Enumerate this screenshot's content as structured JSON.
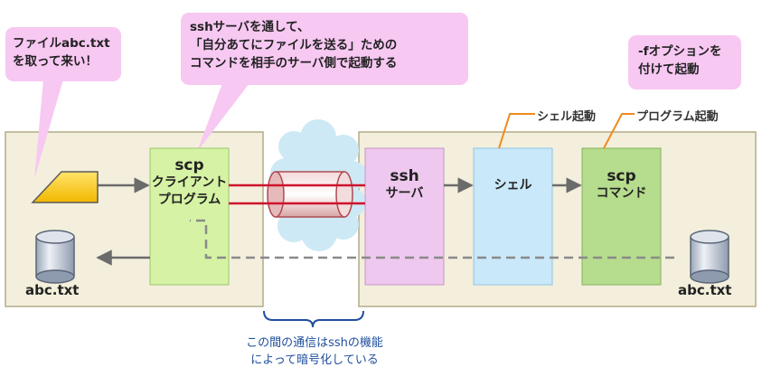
{
  "callouts": {
    "left": [
      "ファイルabc.txt",
      "を取って来い！"
    ],
    "center": [
      "sshサーバを通して、",
      "「自分あてにファイルを送る」ための",
      "コマンドを相手のサーバ側で起動する"
    ],
    "right": [
      "-fオプションを",
      "付けて起動"
    ]
  },
  "boxes": {
    "scp_client": [
      "scp",
      "クライアント",
      "プログラム"
    ],
    "ssh_server": [
      "ssh",
      "サーバ"
    ],
    "shell": "シェル",
    "scp_command": [
      "scp",
      "コマンド"
    ]
  },
  "files": {
    "local": "abc.txt",
    "remote": "abc.txt"
  },
  "labels": {
    "shell_start": "シェル起動",
    "program_start": "プログラム起動"
  },
  "note": [
    "この間の通信はsshの機能",
    "によって暗号化している"
  ],
  "colors": {
    "panel": "#f3efdc",
    "panel_border": "#b3ab8a",
    "callout": "#f7c8f2",
    "client_box": "#d6f2a4",
    "ssh_box": "#eec8ee",
    "shell_box": "#c9e8fa",
    "command_box": "#b6dc8d",
    "red_line": "#d0132c",
    "cloud": "#cde9f5",
    "orange": "#f08a1c",
    "note_text": "#1f4f9e"
  }
}
